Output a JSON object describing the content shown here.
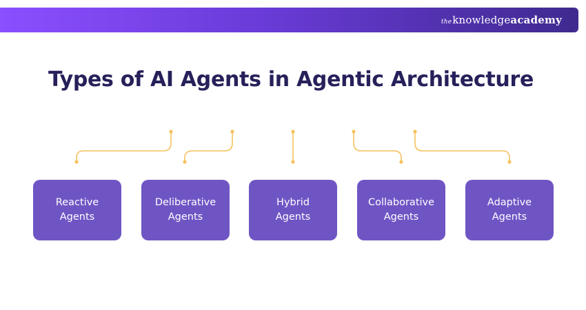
{
  "header": {
    "logo": {
      "the": "the",
      "knowledge": "knowledge",
      "academy": "academy"
    }
  },
  "title": "Types of AI Agents in Agentic Architecture",
  "agents": [
    {
      "line1": "Reactive",
      "line2": "Agents"
    },
    {
      "line1": "Deliberative",
      "line2": "Agents"
    },
    {
      "line1": "Hybrid",
      "line2": "Agents"
    },
    {
      "line1": "Collaborative",
      "line2": "Agents"
    },
    {
      "line1": "Adaptive",
      "line2": "Agents"
    }
  ],
  "colors": {
    "box": "#6f55c4",
    "title": "#26215a",
    "connector": "#f5c15c",
    "banner_start": "#8a4fff",
    "banner_end": "#3f2a8f"
  }
}
